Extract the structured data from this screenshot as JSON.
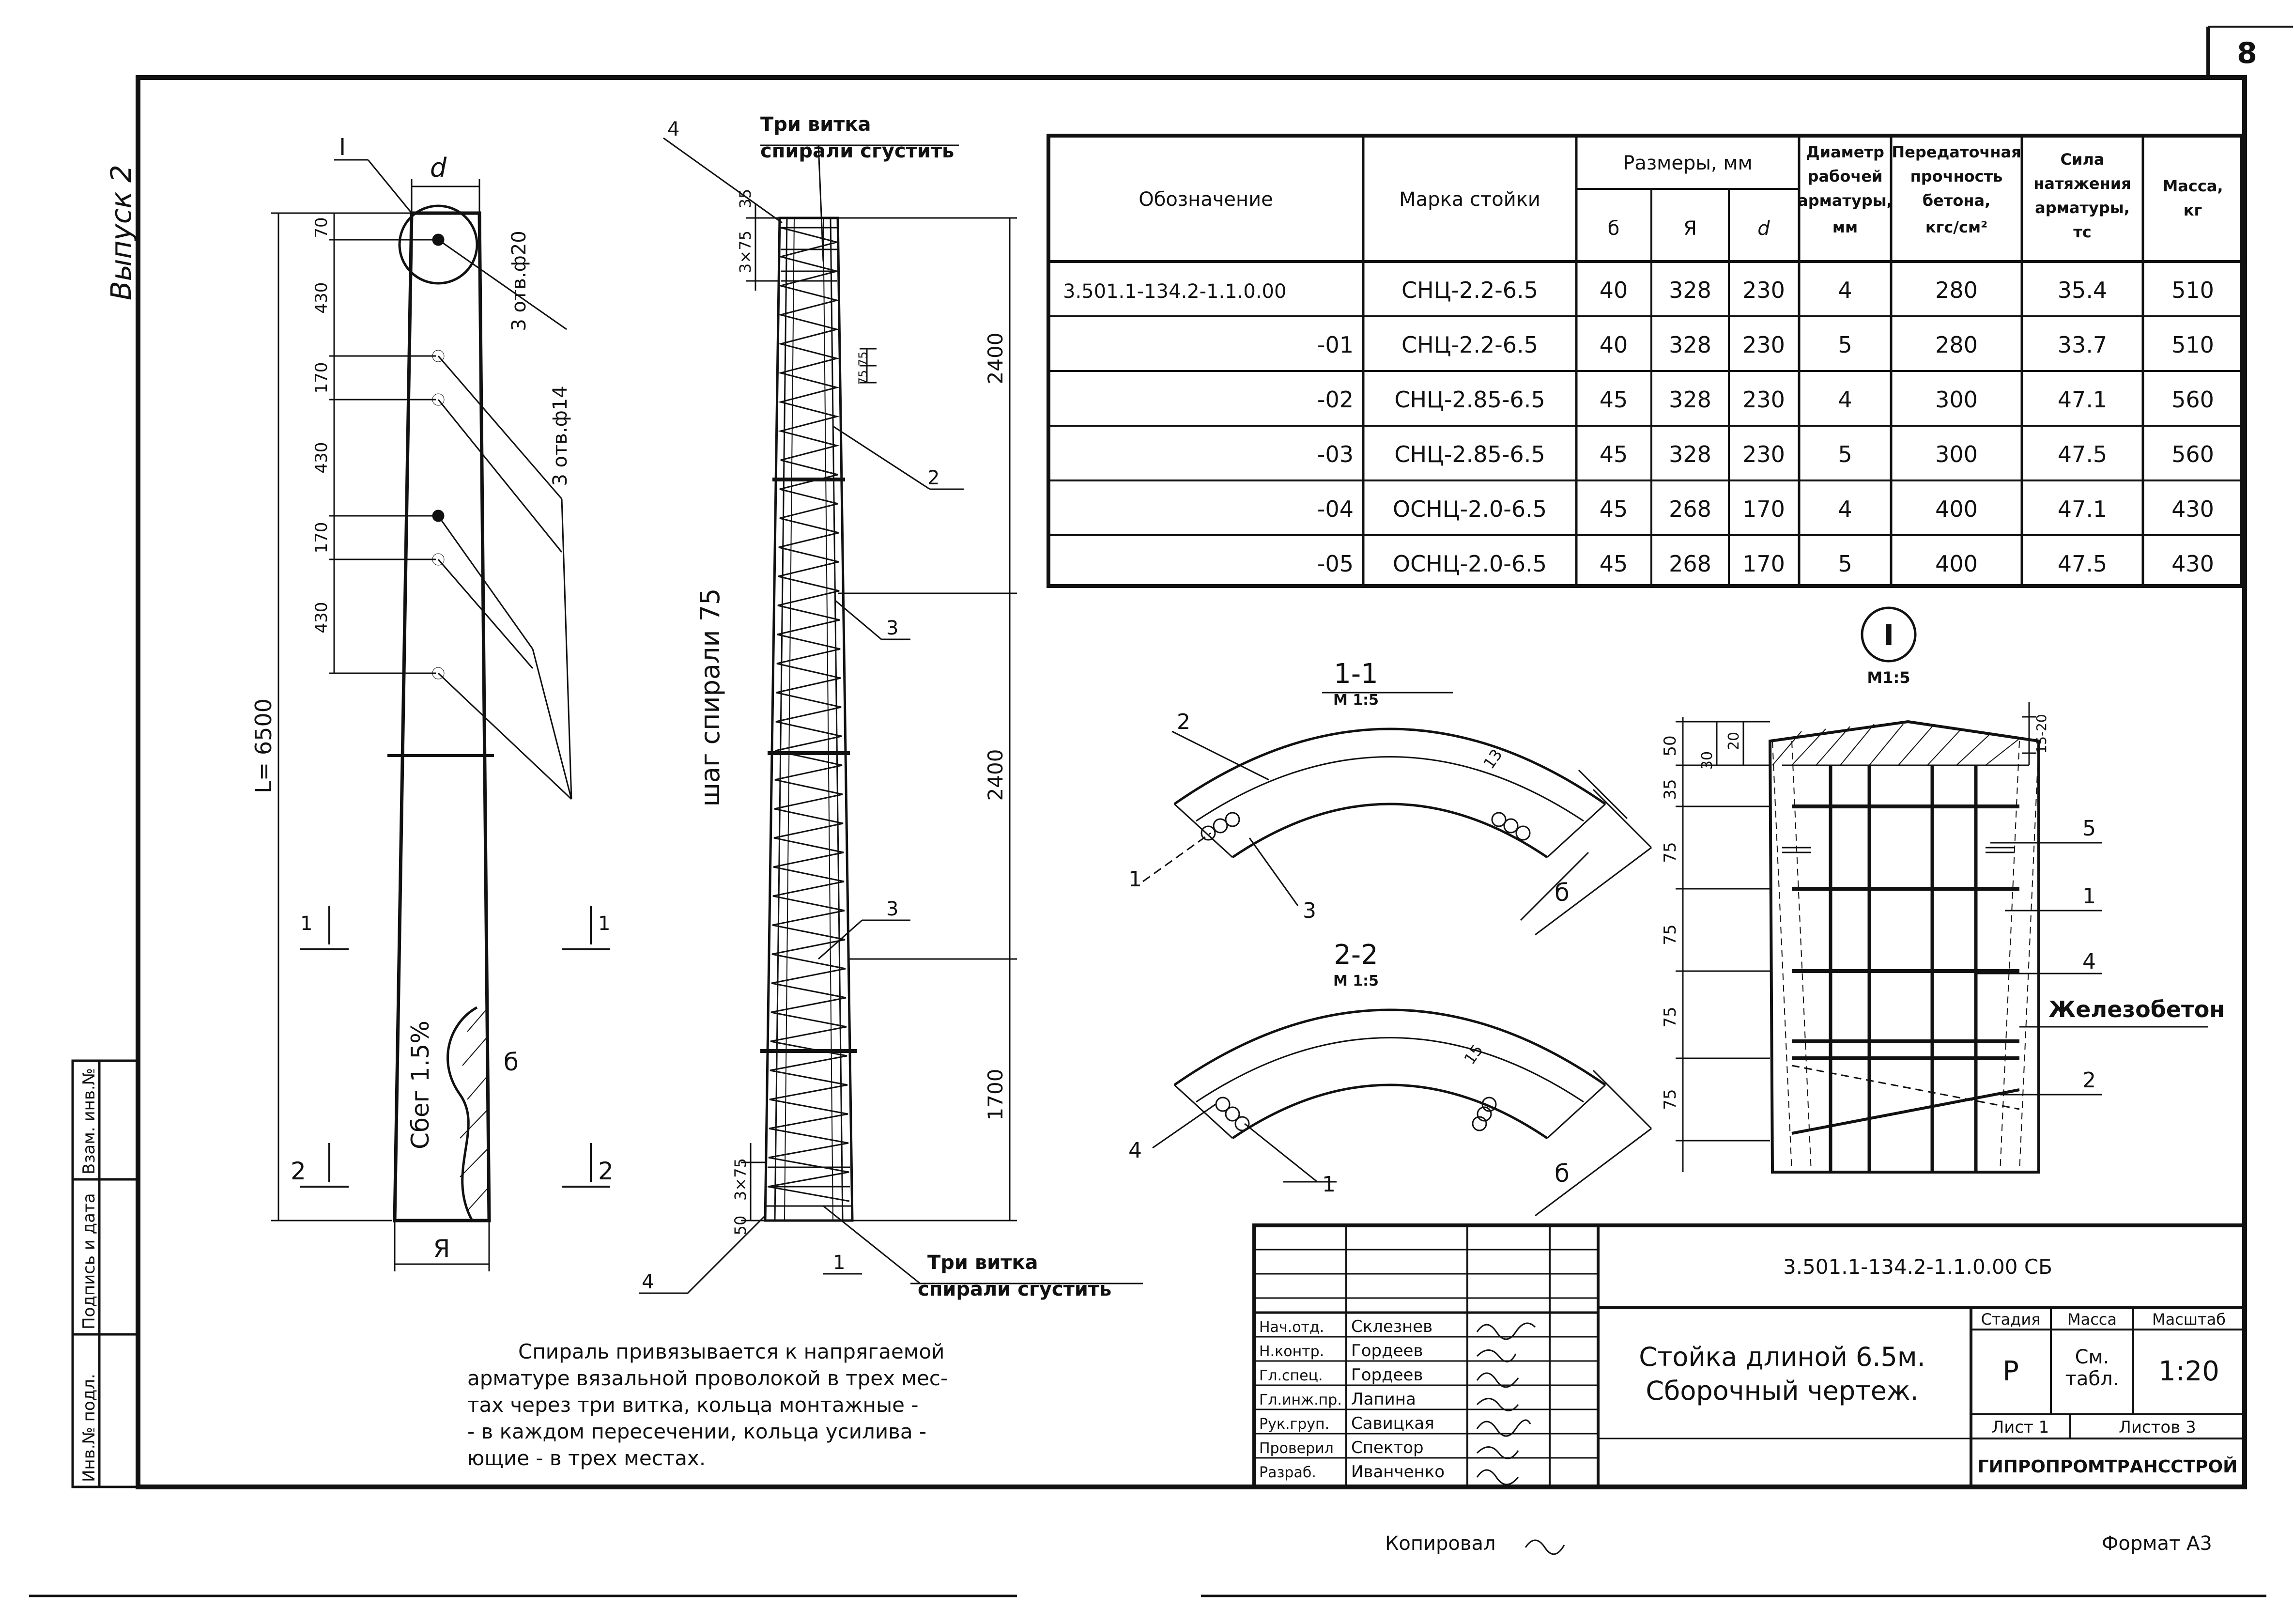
{
  "sheet": {
    "page_number": "8",
    "edition_label": "Выпуск  2",
    "format_label": "Формат А3",
    "copied_label": "Копировал",
    "side_stamp": [
      "Инв.№ подл.",
      "Подпись и дата",
      "Взам. инв.№"
    ]
  },
  "column_view": {
    "detail_mark": "I",
    "dim_d": "d",
    "dim_a": "Я",
    "dim_b": "б",
    "total_length": "L= 6500",
    "taper_label": "Сбег 1.5%",
    "hole_dims": [
      "70",
      "430",
      "170",
      "430",
      "170",
      "430"
    ],
    "holes_20_label": "3 отв.ф20",
    "holes_14_label": "3 отв.ф14",
    "section_1_mark": "1",
    "section_2_mark": "2"
  },
  "rebar_view": {
    "top_note_line1": "Три витка",
    "top_note_line2": "спирали сгустить",
    "bottom_note_line1": "Три витка",
    "bottom_note_line2": "спирали сгустить",
    "spiral_pitch_label": "шаг спирали 75",
    "top_dims": [
      "35",
      "3×75"
    ],
    "small_dims": "75 75",
    "bottom_dims": [
      "50",
      "3×75"
    ],
    "segment_dims": [
      "2400",
      "2400",
      "1700"
    ],
    "callouts": [
      "4",
      "2",
      "3",
      "3",
      "4"
    ],
    "view_number": "1"
  },
  "spec_table": {
    "headers": {
      "designation": "Обозначение",
      "mark": "Марка стойки",
      "sizes": "Размеры, мм",
      "b": "б",
      "a": "Я",
      "d": "d",
      "diameter": [
        "Диаметр",
        "рабочей",
        "арматуры,",
        "мм"
      ],
      "strength": [
        "Передаточная",
        "прочность",
        "бетона,",
        "кгс/см²"
      ],
      "force": [
        "Сила",
        "натяжения",
        "арматуры,",
        "тс"
      ],
      "mass": [
        "Масса,",
        "кг"
      ]
    },
    "rows": [
      {
        "designation": "3.501.1-134.2-1.1.0.00",
        "mark": "СНЦ-2.2-6.5",
        "b": "40",
        "a": "328",
        "d": "230",
        "diameter": "4",
        "strength": "280",
        "force": "35.4",
        "mass": "510"
      },
      {
        "designation": "-01",
        "mark": "СНЦ-2.2-6.5",
        "b": "40",
        "a": "328",
        "d": "230",
        "diameter": "5",
        "strength": "280",
        "force": "33.7",
        "mass": "510"
      },
      {
        "designation": "-02",
        "mark": "СНЦ-2.85-6.5",
        "b": "45",
        "a": "328",
        "d": "230",
        "diameter": "4",
        "strength": "300",
        "force": "47.1",
        "mass": "560"
      },
      {
        "designation": "-03",
        "mark": "СНЦ-2.85-6.5",
        "b": "45",
        "a": "328",
        "d": "230",
        "diameter": "5",
        "strength": "300",
        "force": "47.5",
        "mass": "560"
      },
      {
        "designation": "-04",
        "mark": "ОСНЦ-2.0-6.5",
        "b": "45",
        "a": "268",
        "d": "170",
        "diameter": "4",
        "strength": "400",
        "force": "47.1",
        "mass": "430"
      },
      {
        "designation": "-05",
        "mark": "ОСНЦ-2.0-6.5",
        "b": "45",
        "a": "268",
        "d": "170",
        "diameter": "5",
        "strength": "400",
        "force": "47.5",
        "mass": "430"
      }
    ]
  },
  "section_1": {
    "title": "1-1",
    "scale": "М 1:5",
    "callouts": [
      "2",
      "1",
      "3"
    ],
    "dim_13": "13",
    "dim_b": "б"
  },
  "section_2": {
    "title": "2-2",
    "scale": "М 1:5",
    "callouts": [
      "4",
      "1"
    ],
    "dim_15": "15",
    "dim_b": "б"
  },
  "detail_I": {
    "mark": "I",
    "scale": "М1:5",
    "dims_top": [
      "50",
      "30",
      "20"
    ],
    "dim_1520": "15-20",
    "dims_side": [
      "35",
      "75",
      "75",
      "75",
      "75"
    ],
    "callouts": [
      "5",
      "1",
      "4",
      "2"
    ],
    "material_label": "Железобетон"
  },
  "note": {
    "lines": [
      "Спираль привязывается к напрягаемой",
      "арматуре вязальной проволокой в трех мес-",
      "тах через три витка, кольца монтажные -",
      "- в каждом пересечении, кольца усилива -",
      "ющие - в трех местах."
    ]
  },
  "title_block": {
    "doc_code": "3.501.1-134.2-1.1.0.00 СБ",
    "title_line1": "Стойка длиной 6.5м.",
    "title_line2": "Сборочный чертеж.",
    "stage_label": "Стадия",
    "mass_label": "Масса",
    "scale_label": "Масштаб",
    "stage_value": "Р",
    "mass_value_line1": "См.",
    "mass_value_line2": "табл.",
    "scale_value": "1:20",
    "sheet_label": "Лист 1",
    "sheets_label": "Листов 3",
    "organization": "ГИПРОПРОМТРАНССТРОЙ",
    "signatures": [
      {
        "role": "Нач.отд.",
        "name": "Склезнев"
      },
      {
        "role": "Н.контр.",
        "name": "Гордеев"
      },
      {
        "role": "Гл.спец.",
        "name": "Гордеев"
      },
      {
        "role": "Гл.инж.пр.",
        "name": "Лапина"
      },
      {
        "role": "Рук.груп.",
        "name": "Савицкая"
      },
      {
        "role": "Проверил",
        "name": "Спектор"
      },
      {
        "role": "Разраб.",
        "name": "Иванченко"
      }
    ]
  }
}
